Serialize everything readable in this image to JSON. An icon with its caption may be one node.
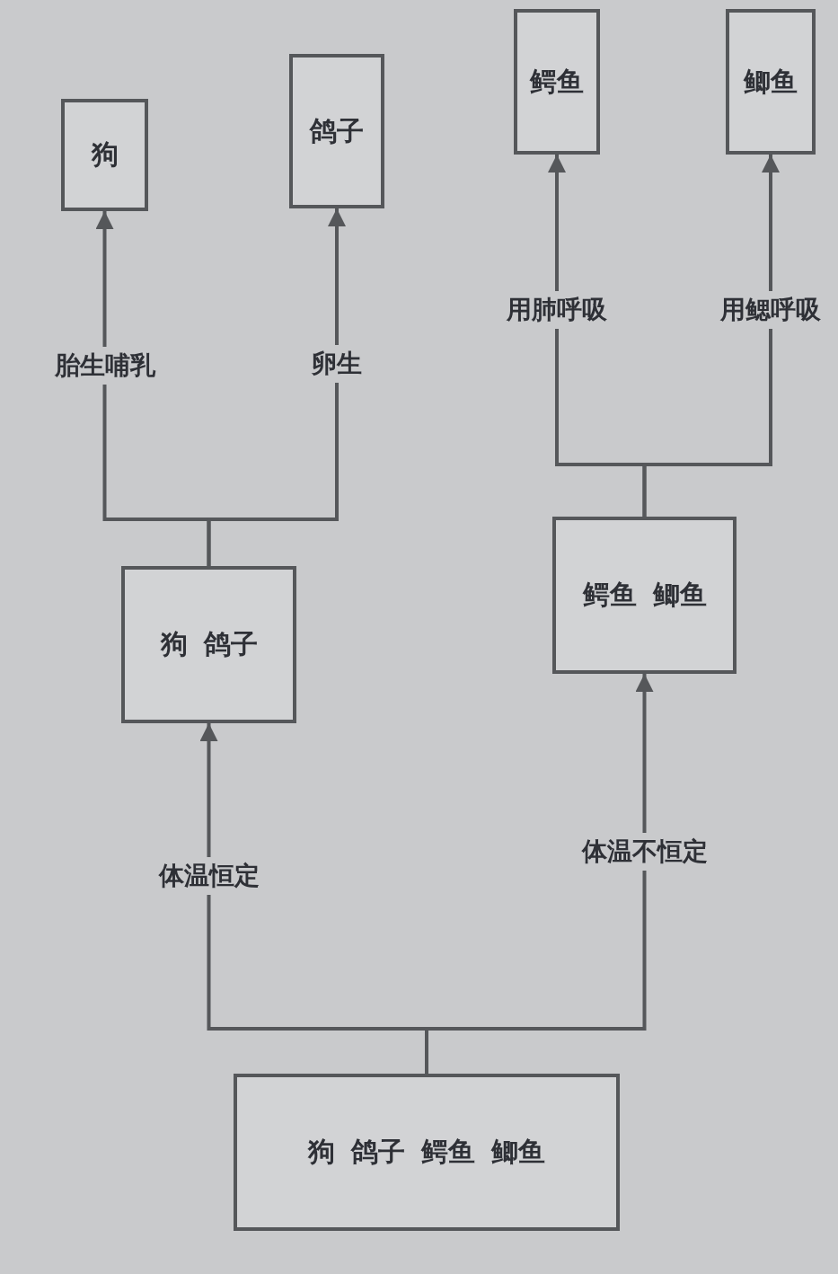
{
  "diagram": {
    "nodes": [
      {
        "text": [
          "狗",
          "鸽子",
          "鳄鱼",
          "鲫鱼"
        ]
      },
      {
        "text": [
          "狗",
          "鸽子"
        ]
      },
      {
        "text": [
          "鳄鱼",
          "鲫鱼"
        ]
      },
      {
        "text": [
          "狗"
        ]
      },
      {
        "text": [
          "鸽子"
        ]
      },
      {
        "text": [
          "鳄鱼"
        ]
      },
      {
        "text": [
          "鲫鱼"
        ]
      }
    ],
    "edges": [
      {
        "from": 0,
        "to": 1,
        "arrow": "to",
        "label": "体温恒定"
      },
      {
        "from": 0,
        "to": 2,
        "arrow": "to",
        "label": "体温不恒定"
      },
      {
        "from": 1,
        "to": 3,
        "arrow": "to",
        "label": "胎生哺乳"
      },
      {
        "from": 1,
        "to": 4,
        "arrow": "to",
        "label": "卵生"
      },
      {
        "from": 2,
        "to": 5,
        "arrow": "to",
        "label": "用肺呼吸"
      },
      {
        "from": 2,
        "to": 6,
        "arrow": "to",
        "label": "用鳃呼吸"
      }
    ]
  }
}
